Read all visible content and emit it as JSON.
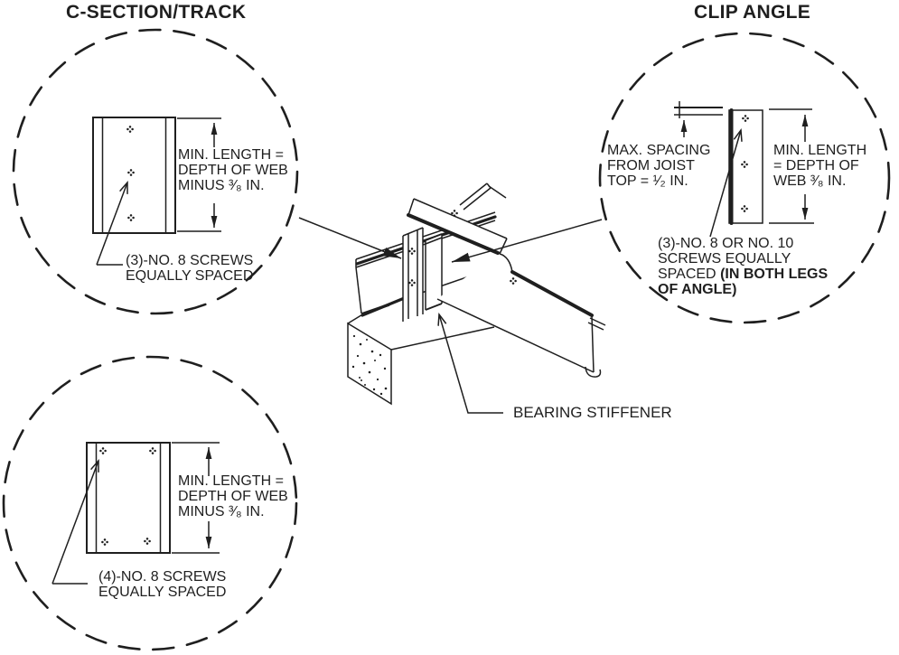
{
  "page": {
    "background": "#ffffff",
    "ink": "#1f1f1f"
  },
  "headings": {
    "left": "C-SECTION/TRACK",
    "right": "CLIP ANGLE"
  },
  "callouts": {
    "c_section_track": {
      "dim_label": [
        "MIN. LENGTH =",
        "DEPTH OF WEB",
        "MINUS ³⁄₈ IN."
      ],
      "screw_note": [
        "(3)-NO. 8 SCREWS",
        "EQUALLY SPACED"
      ]
    },
    "clip_angle": {
      "spacing_label": [
        "MAX. SPACING",
        "FROM JOIST",
        "TOP = ¹⁄₂ IN."
      ],
      "dim_label": [
        "MIN. LENGTH",
        "= DEPTH OF",
        "WEB ³⁄₈ IN."
      ],
      "screw_note_line1": "(3)-NO. 8 OR NO. 10",
      "screw_note_line2": "SCREWS EQUALLY",
      "screw_note_line3_normal": "SPACED ",
      "screw_note_line3_bold": "(IN BOTH LEGS",
      "screw_note_line4_bold": "OF ANGLE)"
    },
    "c_section_track_bottom": {
      "dim_label": [
        "MIN. LENGTH =",
        "DEPTH OF WEB",
        "MINUS ³⁄₈ IN."
      ],
      "screw_note": [
        "(4)-NO. 8 SCREWS",
        "EQUALLY SPACED"
      ]
    },
    "isometric": {
      "bearing_stiffener_label": "BEARING STIFFENER"
    }
  }
}
